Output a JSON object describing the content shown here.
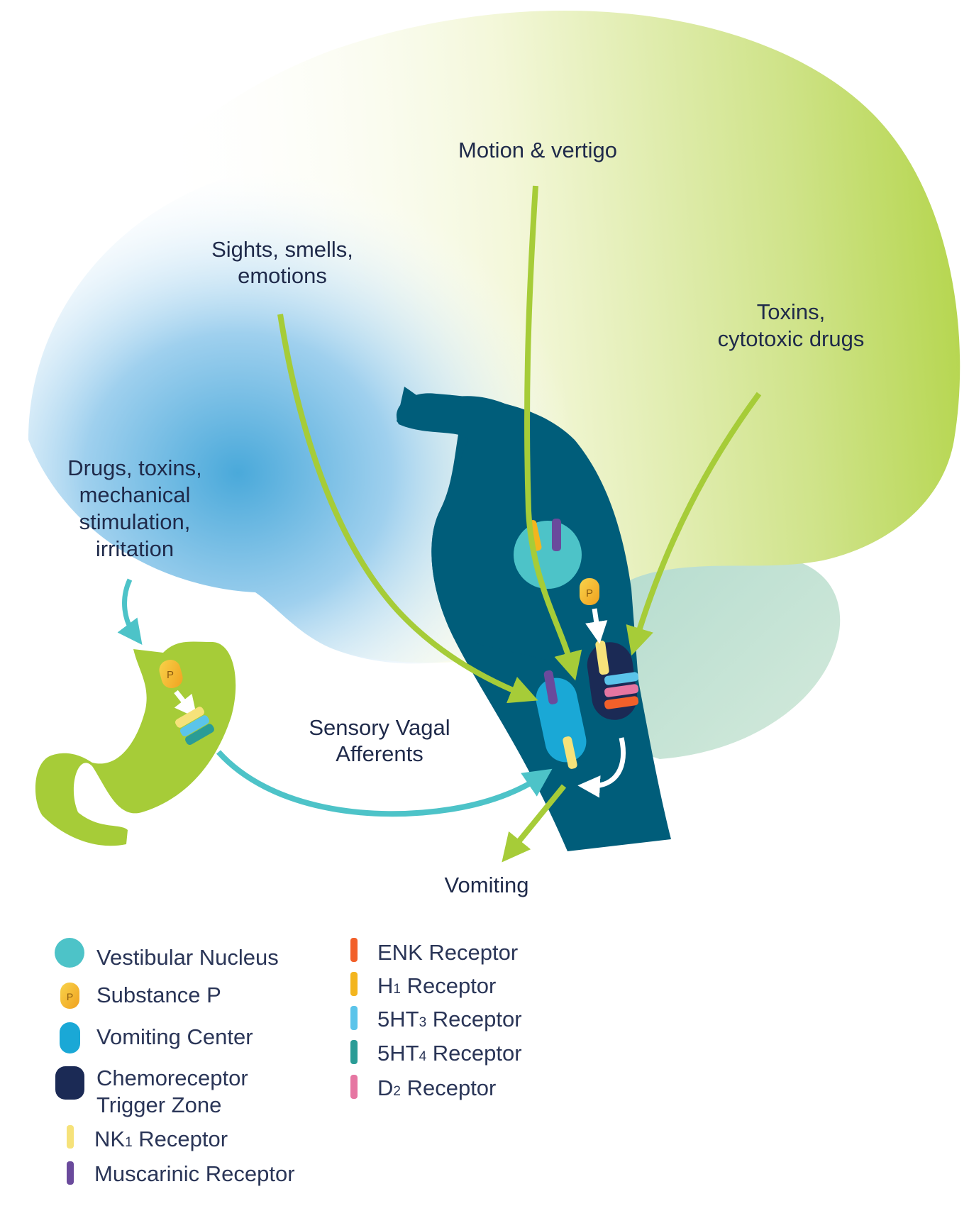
{
  "labels": {
    "motion": "Motion & vertigo",
    "sights_1": "Sights, smells,",
    "sights_2": "emotions",
    "toxins_1": "Toxins,",
    "toxins_2": "cytotoxic drugs",
    "drugs_1": "Drugs, toxins,",
    "drugs_2": "mechanical",
    "drugs_3": "stimulation,",
    "drugs_4": "irritation",
    "vagal_1": "Sensory Vagal",
    "vagal_2": "Afferents",
    "vomiting": "Vomiting",
    "substance_p_glyph": "P"
  },
  "legend_left": [
    {
      "label": "Vestibular Nucleus",
      "icon": "circle",
      "color": "#4dc3c8"
    },
    {
      "label": "Substance P",
      "icon": "substance-p-pill",
      "color": "#f3b51e"
    },
    {
      "label": "Vomiting Center",
      "icon": "rounded-capsule",
      "color": "#1aa8d6"
    },
    {
      "label_line1": "Chemoreceptor",
      "label_line2": "Trigger Zone",
      "icon": "rounded-square",
      "color": "#1b2a55"
    },
    {
      "label_main": "NK",
      "label_sub": "1",
      "label_rest": " Receptor",
      "icon": "receptor-bar",
      "color": "#f6e27a"
    },
    {
      "label": "Muscarinic Receptor",
      "icon": "receptor-bar",
      "color": "#6a4a9c"
    }
  ],
  "legend_right": [
    {
      "label_main": "ENK Receptor",
      "label_sub": "",
      "label_rest": "",
      "icon": "receptor-bar",
      "color": "#f2602a"
    },
    {
      "label_main": "H",
      "label_sub": "1",
      "label_rest": " Receptor",
      "icon": "receptor-bar",
      "color": "#f3b51e"
    },
    {
      "label_main": "5HT",
      "label_sub": "3",
      "label_rest": " Receptor",
      "icon": "receptor-bar",
      "color": "#5bc4ea"
    },
    {
      "label_main": "5HT",
      "label_sub": "4",
      "label_rest": " Receptor",
      "icon": "receptor-bar",
      "color": "#2a9c96"
    },
    {
      "label_main": "D",
      "label_sub": "2",
      "label_rest": " Receptor",
      "icon": "receptor-bar",
      "color": "#e676a2"
    }
  ],
  "colors": {
    "brainstem": "#005d7a",
    "stomach": "#a6cc38",
    "arrow_green": "#a6cc38",
    "arrow_teal": "#4dc3c8",
    "text": "#1f2a4a"
  }
}
